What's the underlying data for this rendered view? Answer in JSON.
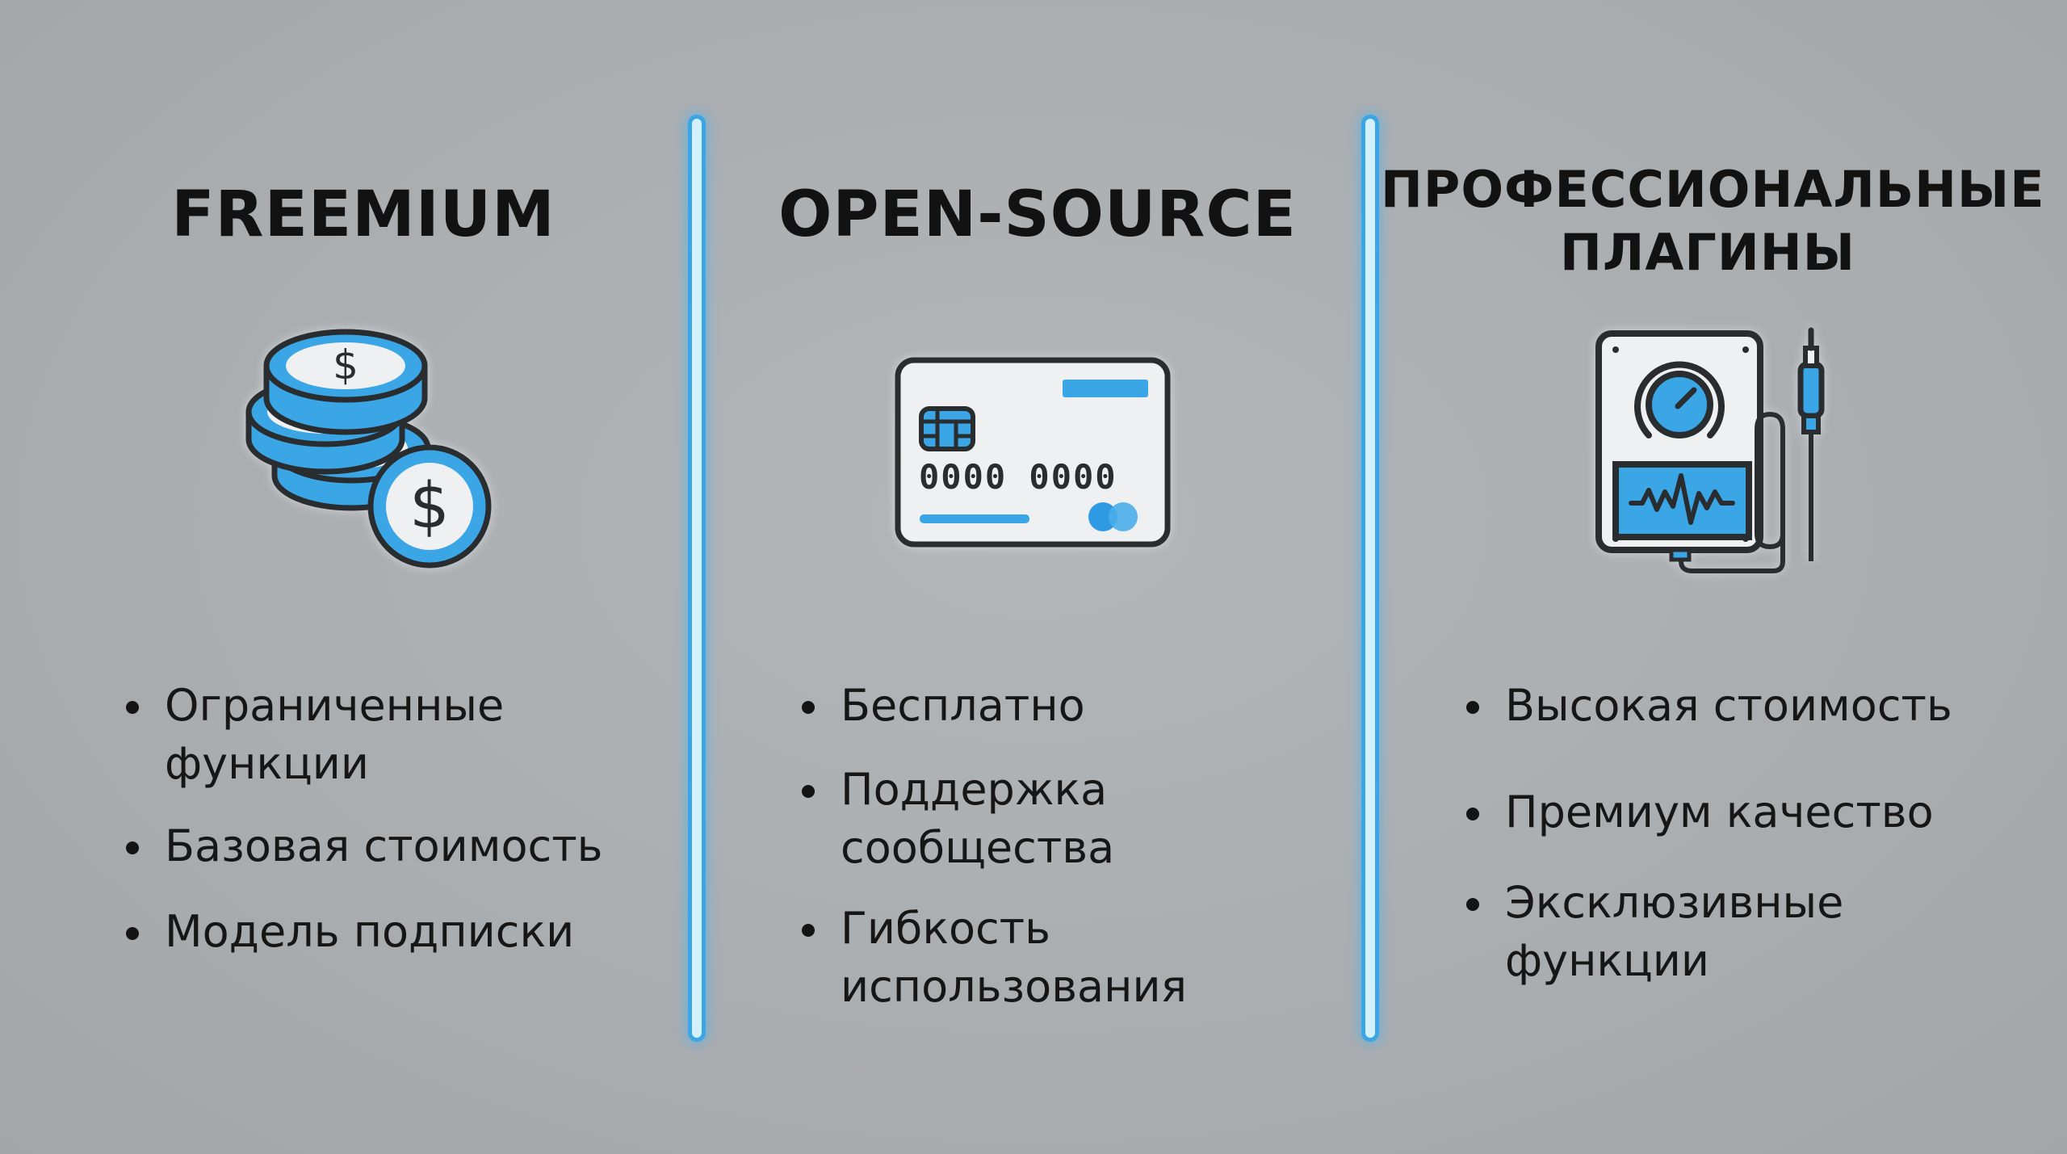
{
  "colors": {
    "background": "#aaadb0",
    "accent_blue": "#3aa6e6",
    "icon_fill_light": "#eef0f2",
    "icon_stroke": "#2a2d30",
    "divider_core": "#d3f1fd",
    "text": "#141414"
  },
  "columns": [
    {
      "title": "FREEMIUM",
      "icon": "coins-stack-dollar-icon",
      "bullets": [
        "Ограниченные функции",
        "Базовая стоимость",
        "Модель подписки"
      ]
    },
    {
      "title": "OPEN-SOURCE",
      "icon": "credit-card-icon",
      "card_number": "0000 0000",
      "bullets": [
        "Бесплатно",
        "Поддержка сообщества",
        "Гибкость использования"
      ]
    },
    {
      "title_line1": "ПРОФЕССИОНАЛЬНЫЕ",
      "title_line2": "ПЛАГИНЫ",
      "icon": "audio-plugin-device-icon",
      "bullets": [
        "Высокая стоимость",
        "Премиум качество",
        "Эксклюзивные функции"
      ]
    }
  ],
  "dividers": 2
}
